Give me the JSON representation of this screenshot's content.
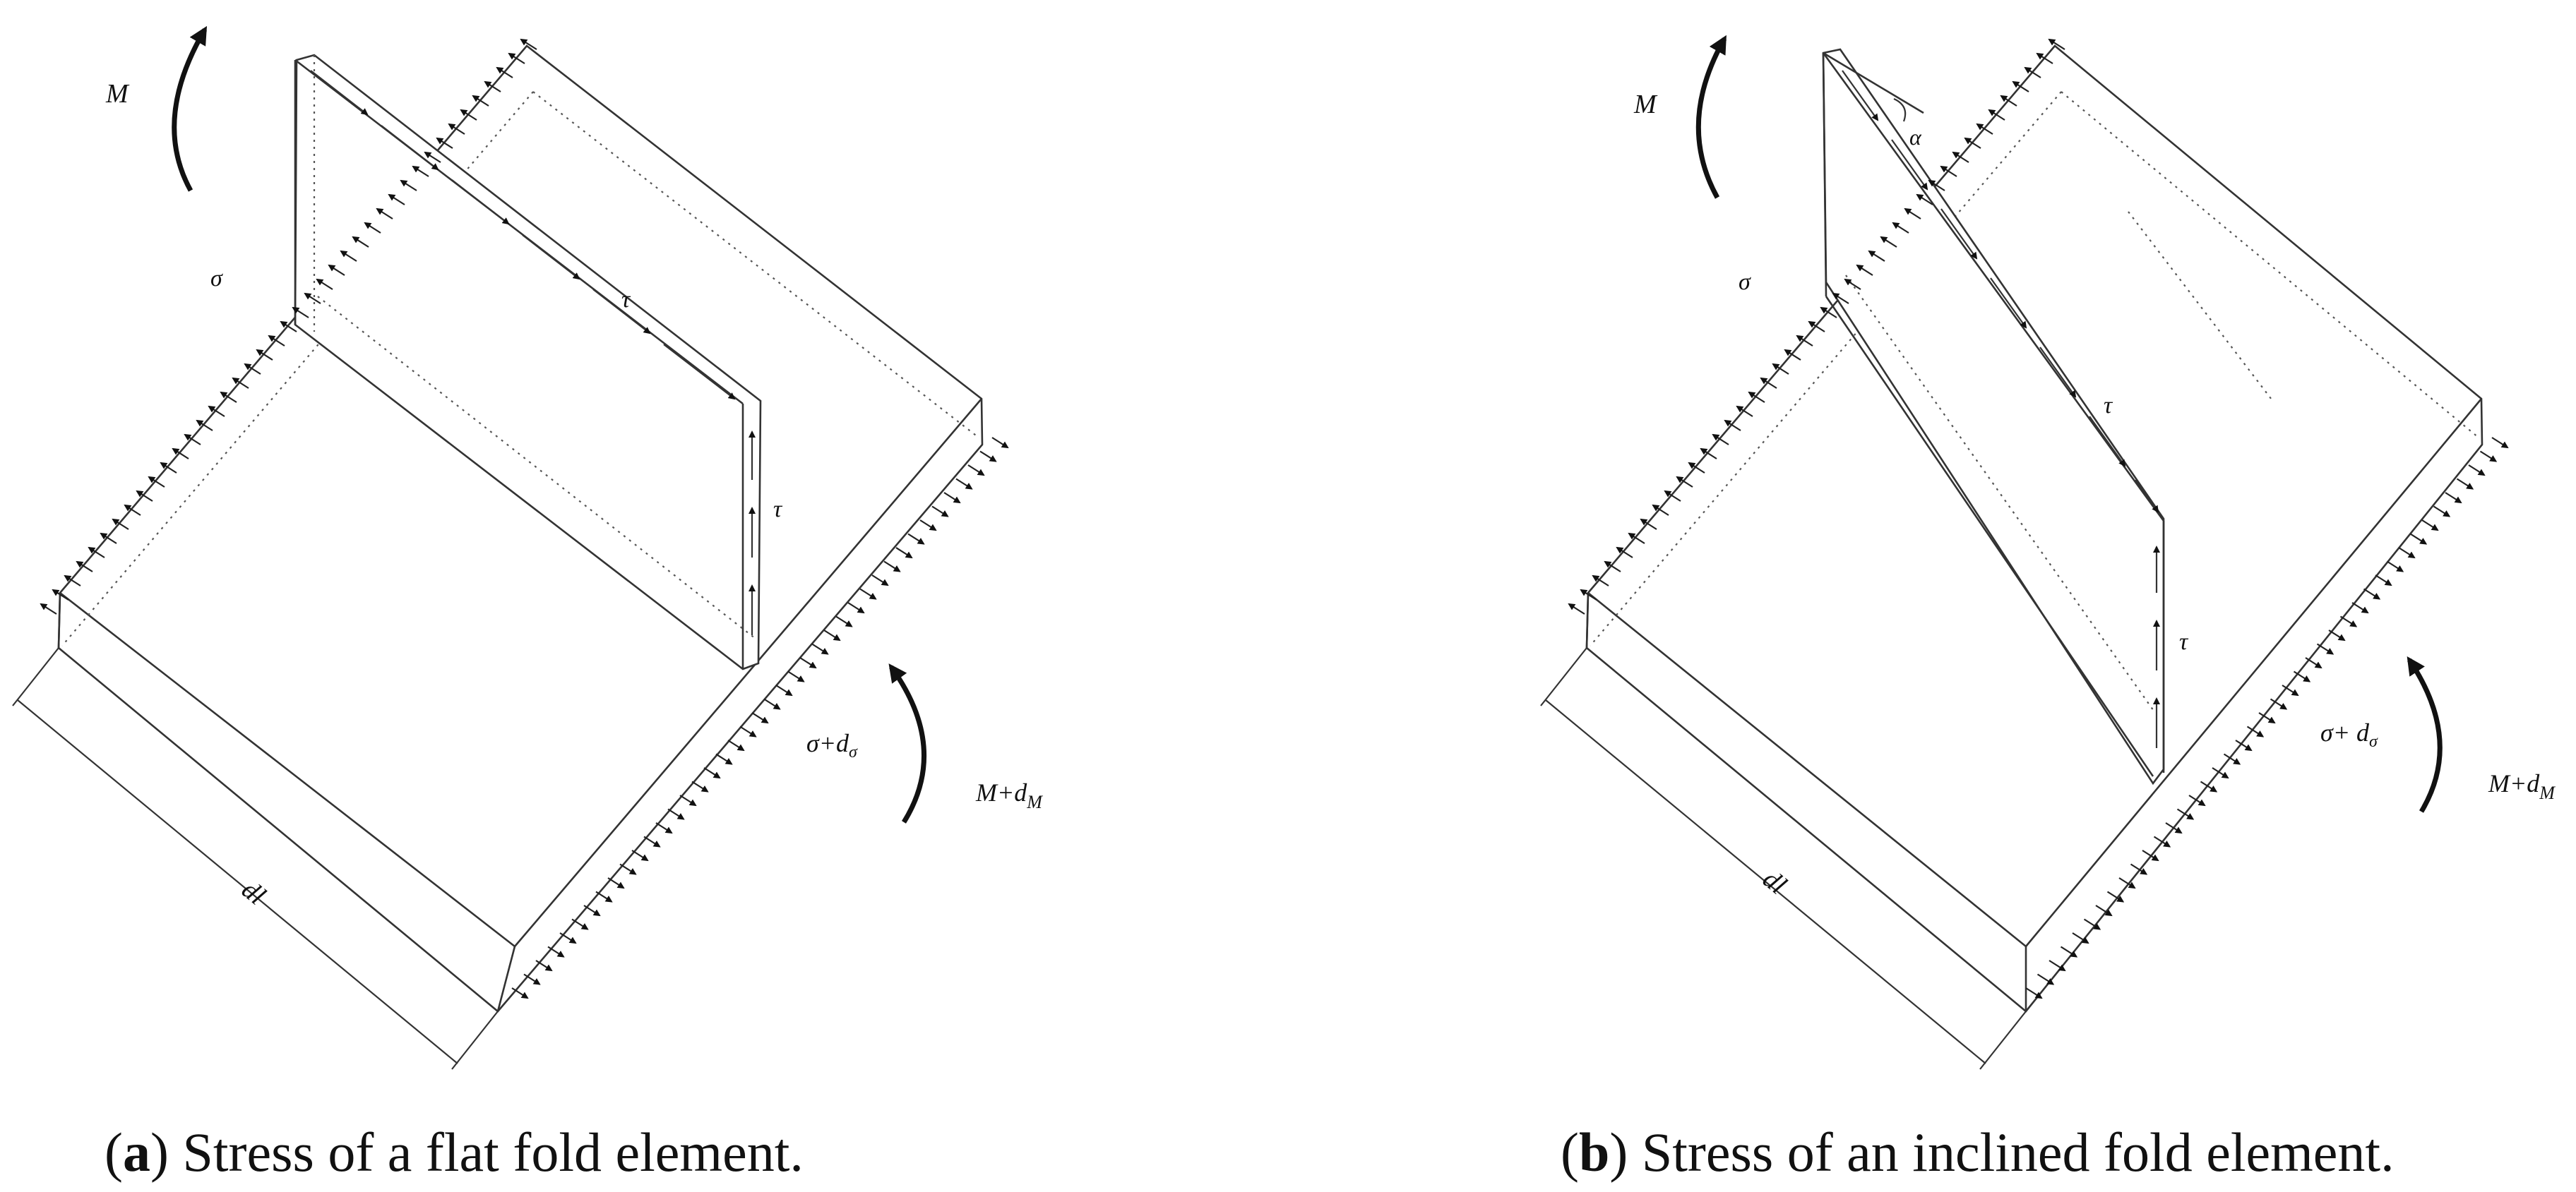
{
  "panels": [
    {
      "id": "a",
      "labels": {
        "moment": "M",
        "sigma": "σ",
        "tau_top": "τ",
        "tau_side": "τ",
        "sigma_plus": "σ+d",
        "sigma_plus_sub": "σ",
        "moment_plus": "M+d",
        "moment_plus_sub": "M",
        "length": "dl"
      },
      "caption": {
        "open": "(",
        "letter": "a",
        "text": ") Stress of a flat fold element."
      }
    },
    {
      "id": "b",
      "labels": {
        "moment": "M",
        "sigma": "σ",
        "alpha": "α",
        "tau_top": "τ",
        "tau_side": "τ",
        "sigma_plus": "σ+ d",
        "sigma_plus_sub": "σ",
        "moment_plus": "M+d",
        "moment_plus_sub": "M",
        "length": "dl"
      },
      "caption": {
        "open": "(",
        "letter": "b",
        "text": ") Stress of an inclined fold element."
      }
    }
  ]
}
